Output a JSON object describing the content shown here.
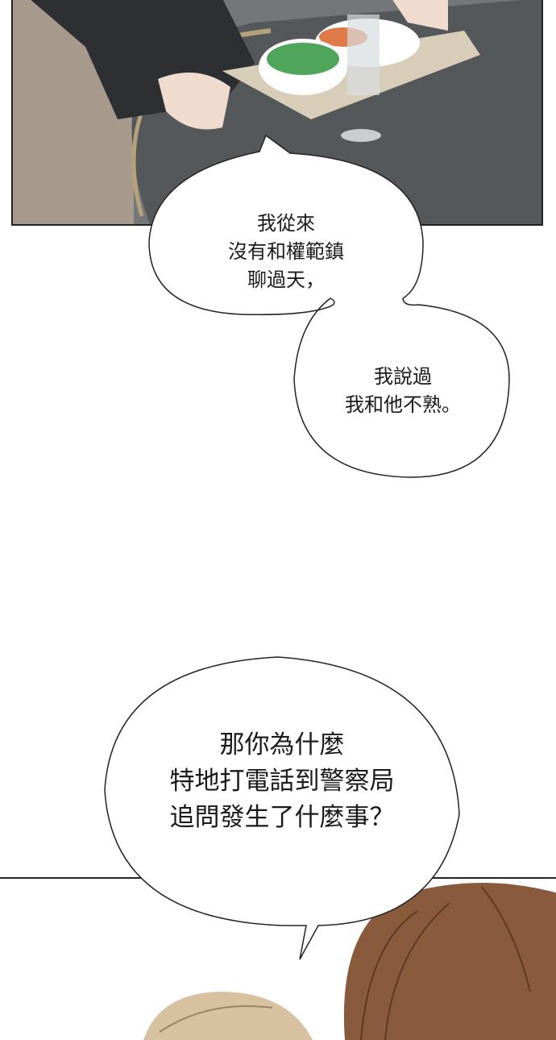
{
  "bubbles": [
    {
      "lines": [
        "我從來",
        "沒有和權範鎮",
        "聊過天，"
      ]
    },
    {
      "lines": [
        "我說過",
        "我和他不熟。"
      ]
    },
    {
      "lines": [
        "那你為什麼",
        "特地打電話到警察局",
        "追問發生了什麼事？"
      ]
    }
  ]
}
